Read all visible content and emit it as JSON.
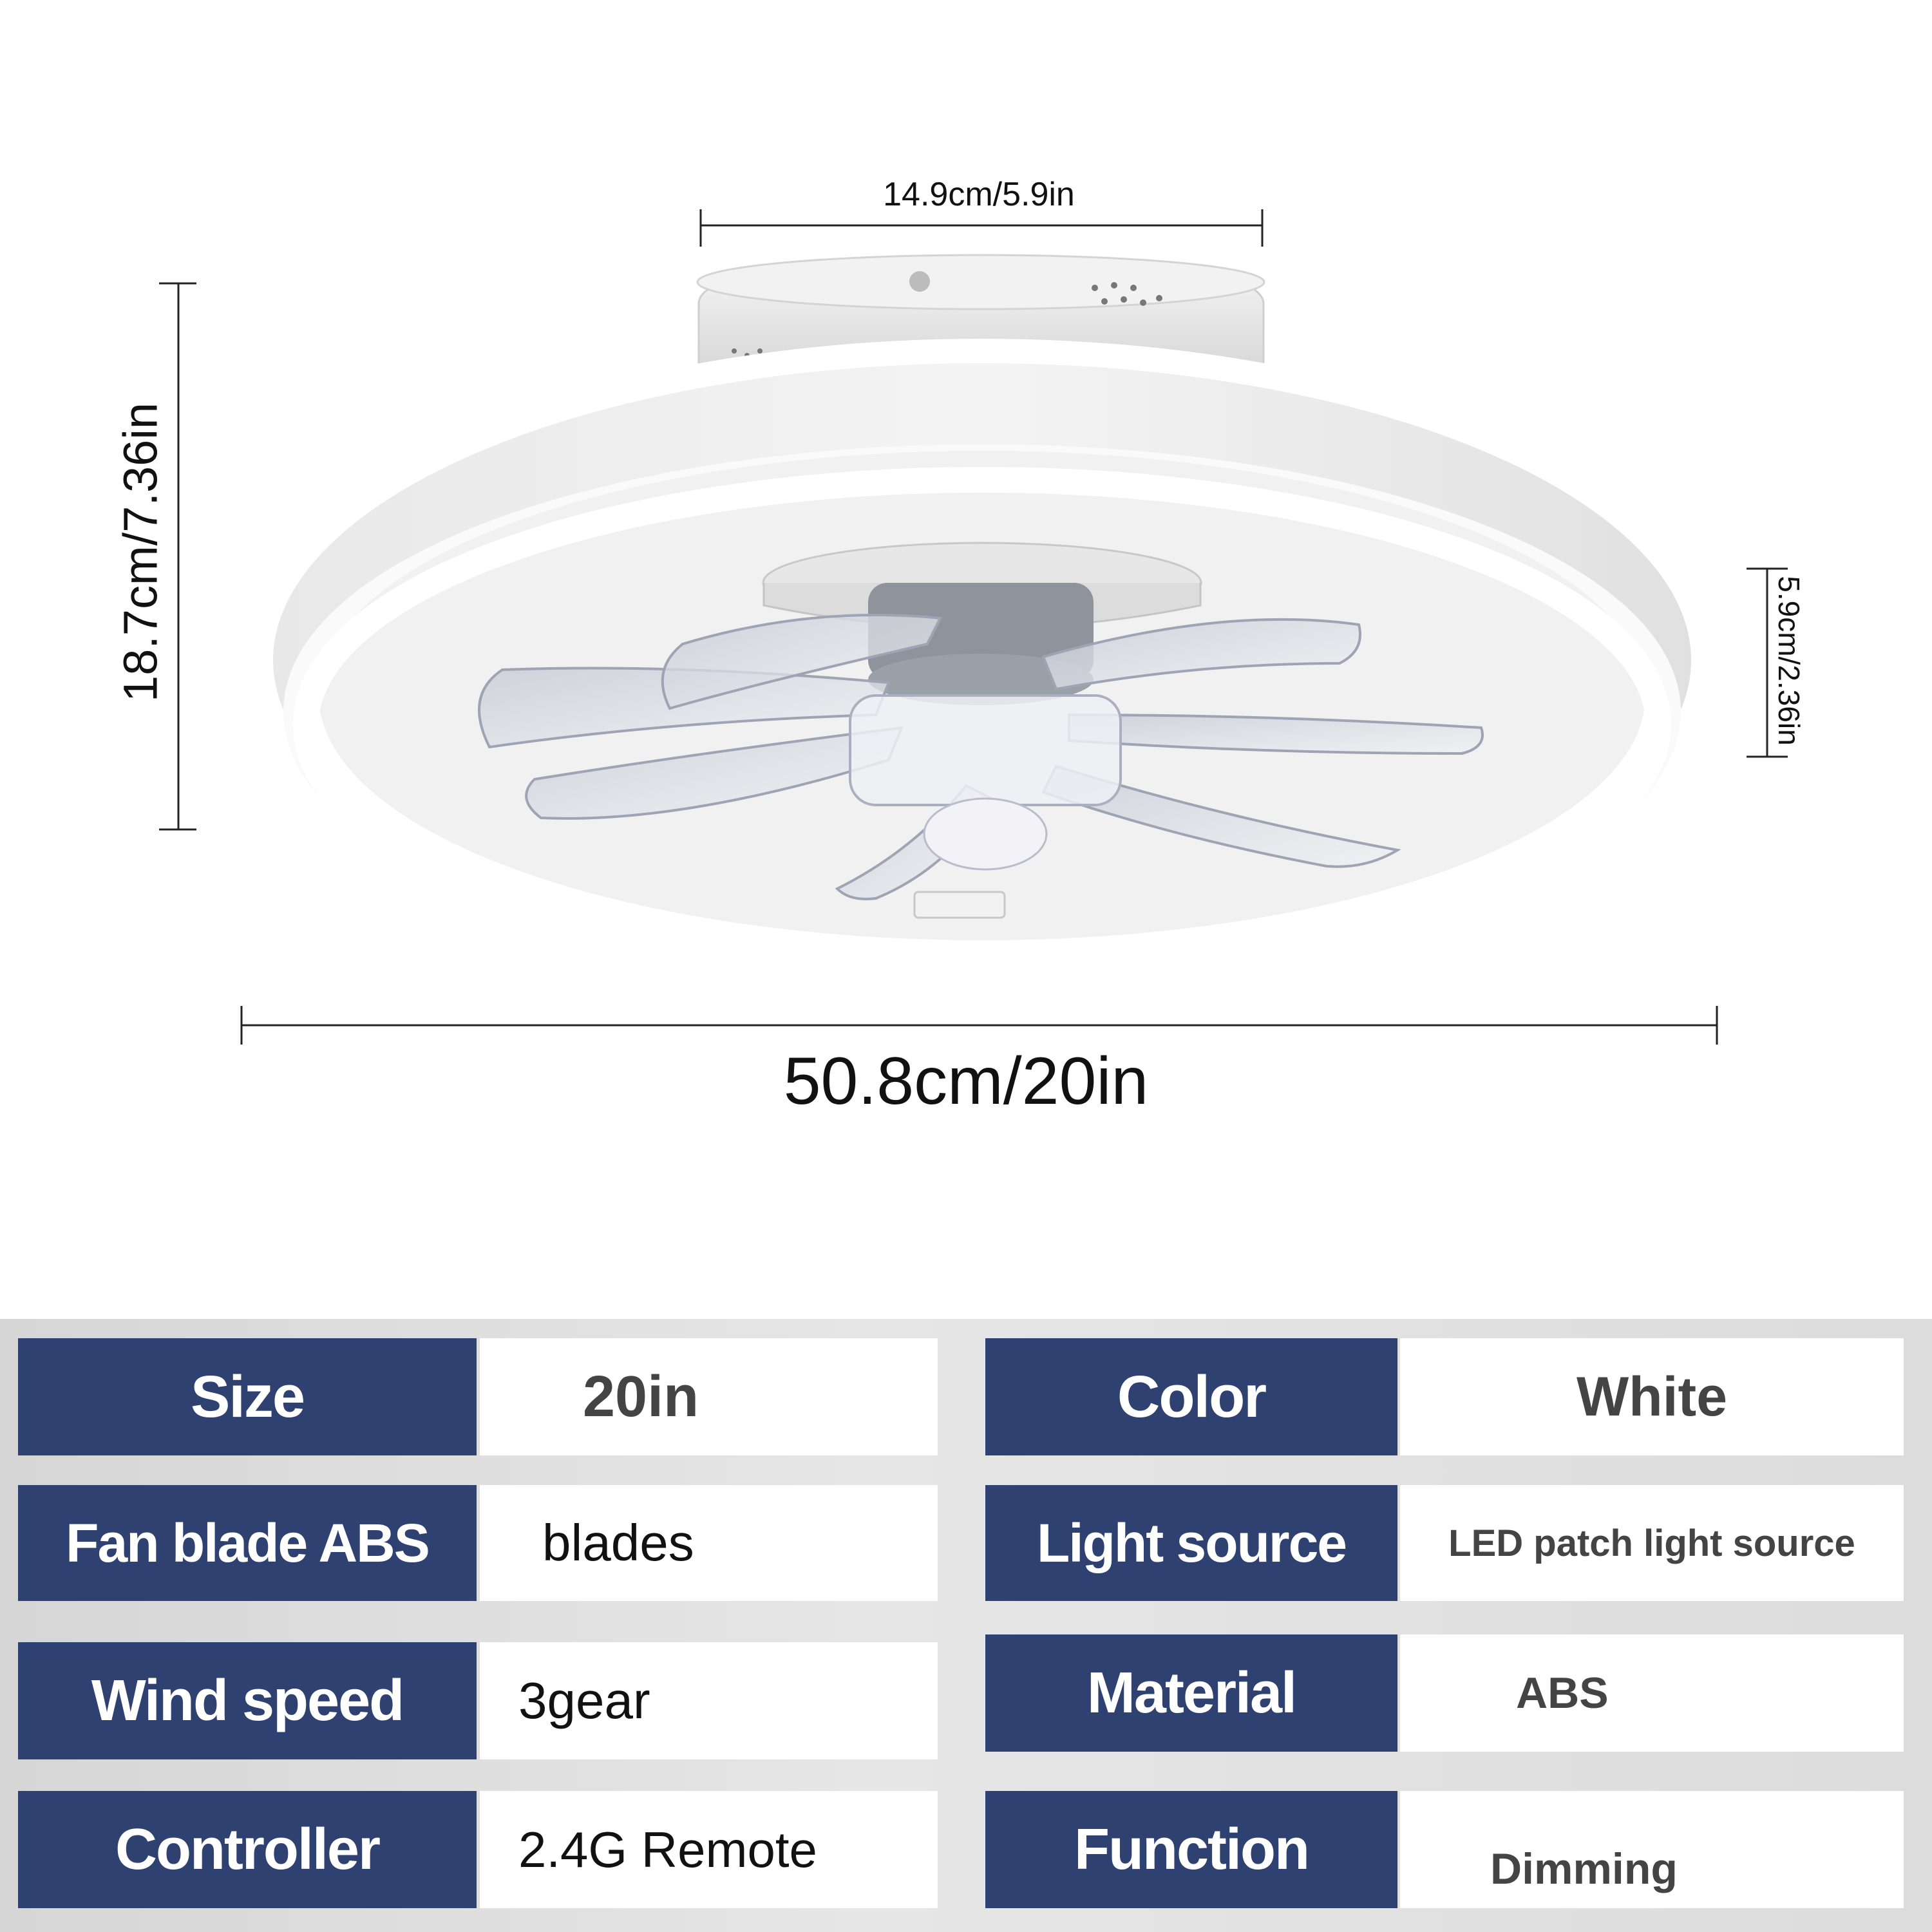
{
  "dimensions": {
    "top_width": "14.9cm/5.9in",
    "height": "18.7cm/7.36in",
    "depth": "5.9cm/2.36in",
    "diameter": "50.8cm/20in"
  },
  "specs": [
    {
      "label": "Size",
      "value": "20in"
    },
    {
      "label": "Color",
      "value": "White"
    },
    {
      "label": "Fan blade ABS",
      "value": "blades"
    },
    {
      "label": "Light source",
      "value": "LED patch light source"
    },
    {
      "label": "Wind speed",
      "value": "3gear"
    },
    {
      "label": "Material",
      "value": "ABS"
    },
    {
      "label": "Controller",
      "value": "2.4G Remote"
    },
    {
      "label": "Function",
      "value": "Dimming"
    }
  ],
  "colors": {
    "label_background": "#2f4170",
    "label_text": "#ffffff",
    "value_text": "#444444",
    "band_background": "#e0e0e0"
  },
  "icons": [
    "ceiling-fan-light-illustration"
  ]
}
